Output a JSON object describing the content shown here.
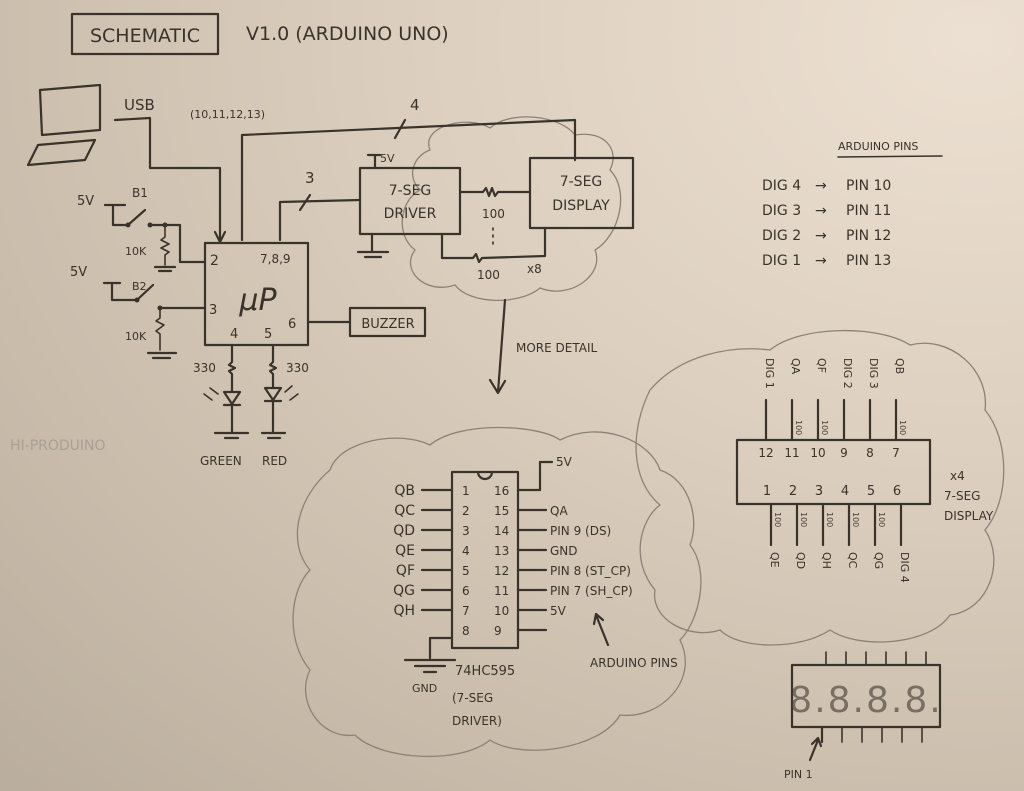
{
  "header": {
    "title": "SCHEMATIC",
    "subtitle": "V1.0 (ARDUINO UNO)"
  },
  "overview": {
    "computer_label": "USB",
    "bus_pins_label": "(10,11,12,13)",
    "bus_width_4": "4",
    "bus_width_3": "3",
    "mcu": {
      "label": "μP",
      "pin_2": "2",
      "pin_3": "3",
      "pins_789": "7,8,9",
      "pin_4": "4",
      "pin_5": "5",
      "pin_6": "6"
    },
    "button1": {
      "label": "B1",
      "supply": "5V",
      "pulldown": "10K"
    },
    "button2": {
      "label": "B2",
      "supply": "5V",
      "pulldown": "10K"
    },
    "buzzer_label": "BUZZER",
    "led_green": {
      "resistor": "330",
      "label": "GREEN"
    },
    "led_red": {
      "resistor": "330",
      "label": "RED"
    },
    "driver": {
      "line1": "7-SEG",
      "line2": "DRIVER",
      "supply": "5V"
    },
    "display": {
      "line1": "7-SEG",
      "line2": "DISPLAY"
    },
    "series_resistor_top": "100",
    "series_resistor_bottom": "100",
    "resistor_multiplier": "x8",
    "more_detail_label": "MORE DETAIL",
    "faint_erased_text": "HI-PRODUINO"
  },
  "arduino_pins": {
    "title": "ARDUINO PINS",
    "rows": [
      {
        "digit": "DIG 4",
        "arrow": "→",
        "pin": "PIN 10"
      },
      {
        "digit": "DIG 3",
        "arrow": "→",
        "pin": "PIN 11"
      },
      {
        "digit": "DIG 2",
        "arrow": "→",
        "pin": "PIN 12"
      },
      {
        "digit": "DIG 1",
        "arrow": "→",
        "pin": "PIN 13"
      }
    ]
  },
  "shift_register": {
    "part": "74HC595",
    "caption_line1": "(7-SEG",
    "caption_line2": "DRIVER)",
    "left_pins": [
      {
        "num": "1",
        "net": "QB"
      },
      {
        "num": "2",
        "net": "QC"
      },
      {
        "num": "3",
        "net": "QD"
      },
      {
        "num": "4",
        "net": "QE"
      },
      {
        "num": "5",
        "net": "QF"
      },
      {
        "num": "6",
        "net": "QG"
      },
      {
        "num": "7",
        "net": "QH"
      },
      {
        "num": "8",
        "net": "GND"
      }
    ],
    "right_pins": [
      {
        "num": "16",
        "net": "5V"
      },
      {
        "num": "15",
        "net": "QA"
      },
      {
        "num": "14",
        "net": "PIN 9 (DS)"
      },
      {
        "num": "13",
        "net": "GND"
      },
      {
        "num": "12",
        "net": "PIN 8 (ST_CP)"
      },
      {
        "num": "11",
        "net": "PIN 7 (SH_CP)"
      },
      {
        "num": "10",
        "net": "5V"
      },
      {
        "num": "9",
        "net": ""
      }
    ],
    "arduino_pins_note": "ARDUINO PINS"
  },
  "display_module": {
    "caption_line1": "x4",
    "caption_line2": "7-SEG",
    "caption_line3": "DISPLAY",
    "top_pins": [
      {
        "num": "12",
        "net": "DIG 1",
        "resistor": ""
      },
      {
        "num": "11",
        "net": "QA",
        "resistor": "100"
      },
      {
        "num": "10",
        "net": "QF",
        "resistor": "100"
      },
      {
        "num": "9",
        "net": "DIG 2",
        "resistor": ""
      },
      {
        "num": "8",
        "net": "DIG 3",
        "resistor": ""
      },
      {
        "num": "7",
        "net": "QB",
        "resistor": "100"
      }
    ],
    "bottom_pins": [
      {
        "num": "1",
        "net": "QE",
        "resistor": "100"
      },
      {
        "num": "2",
        "net": "QD",
        "resistor": "100"
      },
      {
        "num": "3",
        "net": "QH",
        "resistor": "100"
      },
      {
        "num": "4",
        "net": "QC",
        "resistor": "100"
      },
      {
        "num": "5",
        "net": "QG",
        "resistor": "100"
      },
      {
        "num": "6",
        "net": "DIG 4",
        "resistor": ""
      }
    ],
    "digits_shown": "8.8.8.8.",
    "pin1_label": "PIN 1"
  }
}
